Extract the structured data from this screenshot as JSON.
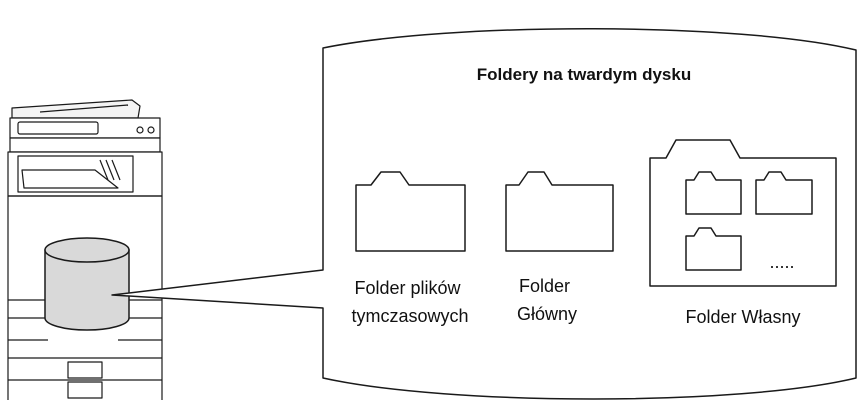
{
  "diagram": {
    "title": "Foldery na twardym dysku",
    "folders": {
      "temporary": {
        "line1": "Folder plików",
        "line2": "tymczasowych"
      },
      "main": {
        "line1": "Folder",
        "line2": "Główny"
      },
      "custom": {
        "label": "Folder Własny",
        "ellipsis": "....."
      }
    },
    "icons": {
      "machine": "multifunction-printer-icon",
      "storage": "hard-disk-cylinder-icon",
      "folder": "folder-icon"
    },
    "colors": {
      "stroke": "#1a1a1a",
      "disk_fill": "#d9d9d9",
      "background": "#ffffff"
    }
  }
}
